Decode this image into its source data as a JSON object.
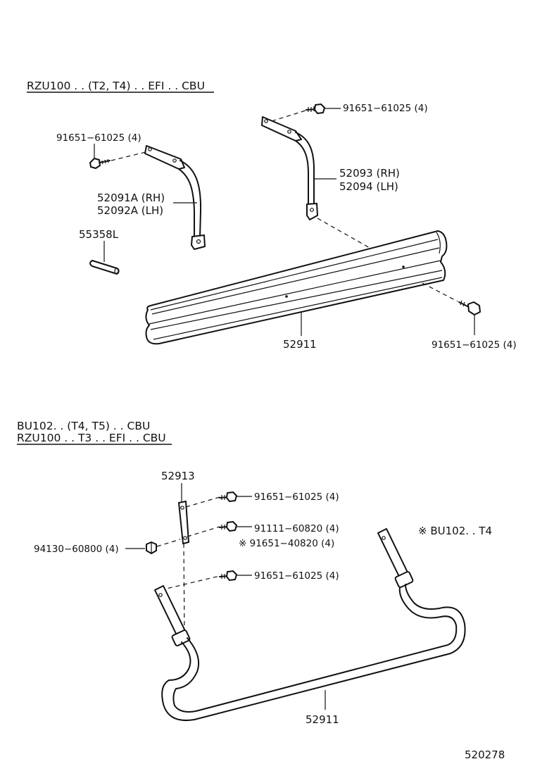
{
  "diagram": {
    "section1": {
      "header": "RZU100 . . (T2, T4) . . EFI . . CBU",
      "labels": {
        "bolt_left": "91651−61025 (4)",
        "bolt_top": "91651−61025 (4)",
        "bolt_right": "91651−61025 (4)",
        "bracket_left_rh": "52091A (RH)",
        "bracket_left_lh": "52092A (LH)",
        "bracket_right_rh": "52093 (RH)",
        "bracket_right_lh": "52094 (LH)",
        "pin": "55358L",
        "bumper": "52911"
      }
    },
    "section2": {
      "header_line1": "BU102. .  (T4, T5) . . CBU",
      "header_line2": "RZU100 . . T3 . . EFI . . CBU",
      "labels": {
        "stay": "52913",
        "bolt_upper": "91651−61025 (4)",
        "bolt_mid_a": "91111−60820 (4)",
        "bolt_mid_b": "※ 91651−40820 (4)",
        "nut": "94130−60800 (4)",
        "bolt_lower": "91651−61025 (4)",
        "note": "※ BU102. . T4",
        "guard": "52911"
      }
    },
    "diagram_id": "520278"
  }
}
